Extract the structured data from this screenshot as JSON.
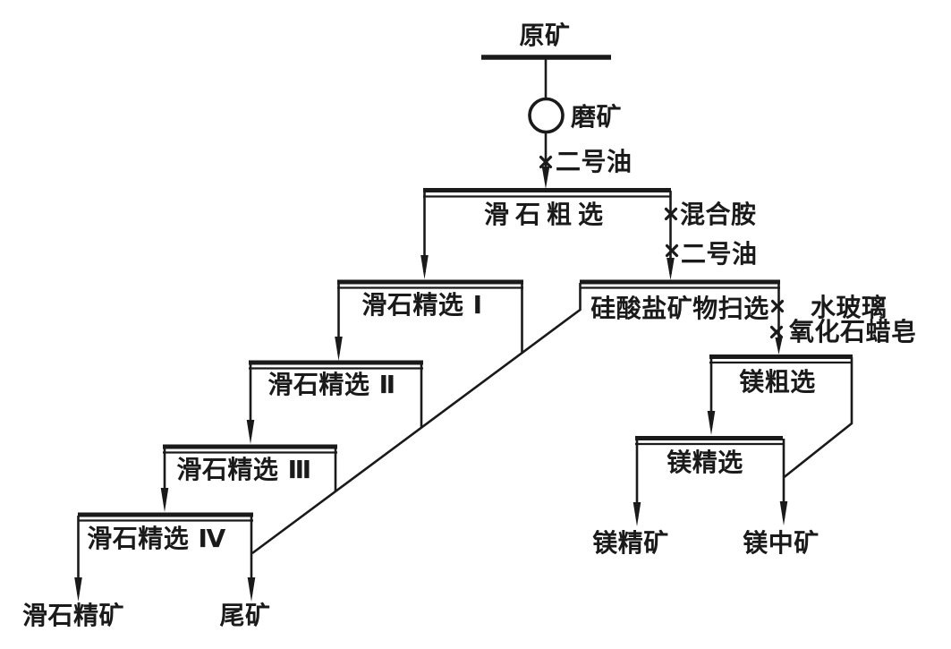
{
  "colors": {
    "ink": "#1a1a1a",
    "paper": "#ffffff"
  },
  "diagram": {
    "type": "mineral-processing-flowsheet",
    "feed": "原矿",
    "grinding": "磨矿",
    "stages": {
      "talc_rougher": "滑石粗选",
      "talc_cleaner_1": "滑石精选 Ⅰ",
      "talc_cleaner_2": "滑石精选 Ⅱ",
      "talc_cleaner_3": "滑石精选 Ⅲ",
      "talc_cleaner_4": "滑石精选 Ⅳ",
      "silicate_scavenger": "硅酸盐矿物扫选",
      "mg_rougher": "镁粗选",
      "mg_cleaner": "镁精选"
    },
    "reagents": {
      "no2_oil_after_grinding": "二号油",
      "mixed_amine": "混合胺",
      "no2_oil_to_scavenger": "二号油",
      "water_glass": "水玻璃",
      "oxidized_paraffin_soap": "氧化石蜡皂"
    },
    "products": {
      "talc_concentrate": "滑石精矿",
      "tailings": "尾矿",
      "mg_concentrate": "镁精矿",
      "mg_middlings": "镁中矿"
    }
  }
}
